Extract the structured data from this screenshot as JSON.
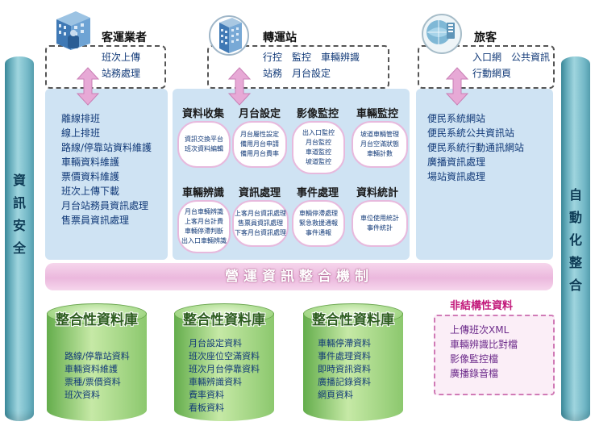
{
  "pillars": {
    "left": [
      "資",
      "訊",
      "安",
      "全"
    ],
    "right": [
      "自",
      "動",
      "化",
      "整",
      "合"
    ]
  },
  "top": {
    "operators": {
      "title": "客運業者",
      "lines": [
        "班次上傳",
        "站務處理"
      ]
    },
    "terminal": {
      "title": "轉運站",
      "lines": [
        "行控　監控　車輛辨識",
        "站務　月台設定"
      ]
    },
    "passengers": {
      "title": "旅客",
      "lines": [
        "入口網　公共資訊",
        "行動網頁"
      ]
    }
  },
  "left_panel": {
    "items": [
      "離線排班",
      "線上排班",
      "路線/停靠站資料維護",
      "車輛資料維護",
      "票價資料維護",
      "班次上傳下載",
      "月台站務員資訊處理",
      "售票員資訊處理"
    ]
  },
  "center_panel": {
    "modules": [
      {
        "title": "資料收集",
        "lines": [
          "資訊交換平台",
          "班次資料編輯"
        ]
      },
      {
        "title": "月台設定",
        "lines": [
          "月台屬性設定",
          "備用月台申請",
          "備用月台費率"
        ]
      },
      {
        "title": "影像監控",
        "lines": [
          "出入口監控",
          "月台監控",
          "車道監控",
          "坡道監控"
        ]
      },
      {
        "title": "車輛監控",
        "lines": [
          "坡道車輛管理",
          "月台空滿狀態",
          "車輛計數"
        ]
      },
      {
        "title": "車輛辨識",
        "lines": [
          "月台車輛辨識",
          "上客月台計費",
          "車輛停滯判斷",
          "出入口車輛辨識"
        ]
      },
      {
        "title": "資訊處理",
        "lines": [
          "上客月台資訊處理",
          "售票員資訊處理",
          "下客月台資訊處理"
        ]
      },
      {
        "title": "事件處理",
        "lines": [
          "車輛停滯處理",
          "緊急救援通報",
          "事件通報"
        ]
      },
      {
        "title": "資料統計",
        "lines": [
          "車位使用統計",
          "事件統計"
        ]
      }
    ]
  },
  "right_panel": {
    "items": [
      "便民系統網站",
      "便民系統公共資訊站",
      "便民系統行動通訊網站",
      "廣播資訊處理",
      "場站資訊處理"
    ]
  },
  "band": {
    "label": "營運資訊整合機制"
  },
  "databases": [
    {
      "title": "整合性資料庫",
      "lines": [
        "路線/停靠站資料",
        "車輛資料維護",
        "票種/票價資料",
        "班次資料"
      ]
    },
    {
      "title": "整合性資料庫",
      "lines": [
        "月台設定資料",
        "班次座位空滿資料",
        "班次月台停靠資料",
        "車輛辨識資料",
        "費率資料",
        "看板資料"
      ]
    },
    {
      "title": "整合性資料庫",
      "lines": [
        "車輛停滯資料",
        "事件處理資料",
        "即時資訊資料",
        "廣播記錄資料",
        "網頁資料"
      ]
    }
  ],
  "unstructured": {
    "title": "非結構性資料",
    "lines": [
      "上傳班次XML",
      "車輛辨識比對檔",
      "影像監控檔",
      "廣播錄音檔"
    ]
  },
  "colors": {
    "panel": "#cfe3f3",
    "text": "#123a78",
    "band": "#ebb8dd",
    "pillar": "#5aa7b8",
    "database": "#8cc86e",
    "unstructured_title": "#c2187a"
  }
}
